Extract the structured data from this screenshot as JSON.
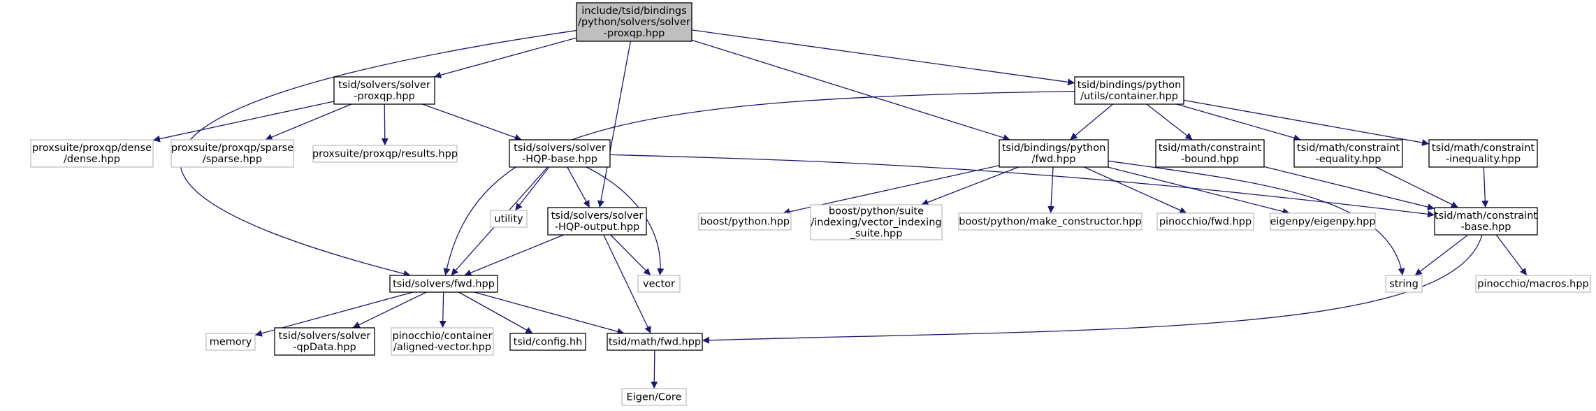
{
  "colors": {
    "edge": "#191970",
    "root_fill": "#bfbfbf",
    "root_border": "#000000",
    "documented_border": "#000000",
    "external_border": "#bfbfbf",
    "node_fill": "#ffffff"
  },
  "nodes": [
    {
      "id": "root",
      "lines": [
        "include/tsid/bindings",
        "/python/solvers/solver",
        "-proxqp.hpp"
      ],
      "style": "root"
    },
    {
      "id": "solver-proxqp",
      "lines": [
        "tsid/solvers/solver",
        "-proxqp.hpp"
      ],
      "style": "documented"
    },
    {
      "id": "bindings-container",
      "lines": [
        "tsid/bindings/python",
        "/utils/container.hpp"
      ],
      "style": "documented"
    },
    {
      "id": "proxqp-dense",
      "lines": [
        "proxsuite/proxqp/dense",
        "/dense.hpp"
      ],
      "style": "external"
    },
    {
      "id": "proxqp-sparse",
      "lines": [
        "proxsuite/proxqp/sparse",
        "/sparse.hpp"
      ],
      "style": "external"
    },
    {
      "id": "proxqp-results",
      "lines": [
        "proxsuite/proxqp/results.hpp"
      ],
      "style": "external"
    },
    {
      "id": "solver-hqp-base",
      "lines": [
        "tsid/solvers/solver",
        "-HQP-base.hpp"
      ],
      "style": "documented"
    },
    {
      "id": "bindings-fwd",
      "lines": [
        "tsid/bindings/python",
        "/fwd.hpp"
      ],
      "style": "documented"
    },
    {
      "id": "constraint-bound",
      "lines": [
        "tsid/math/constraint",
        "-bound.hpp"
      ],
      "style": "documented"
    },
    {
      "id": "constraint-equality",
      "lines": [
        "tsid/math/constraint",
        "-equality.hpp"
      ],
      "style": "documented"
    },
    {
      "id": "constraint-inequality",
      "lines": [
        "tsid/math/constraint",
        "-inequality.hpp"
      ],
      "style": "documented"
    },
    {
      "id": "utility",
      "lines": [
        "utility"
      ],
      "style": "external"
    },
    {
      "id": "solver-hqp-output",
      "lines": [
        "tsid/solvers/solver",
        "-HQP-output.hpp"
      ],
      "style": "documented"
    },
    {
      "id": "boost-python",
      "lines": [
        "boost/python.hpp"
      ],
      "style": "external"
    },
    {
      "id": "boost-vector-indexing",
      "lines": [
        "boost/python/suite",
        "/indexing/vector_indexing",
        "_suite.hpp"
      ],
      "style": "external"
    },
    {
      "id": "boost-make-constructor",
      "lines": [
        "boost/python/make_constructor.hpp"
      ],
      "style": "external"
    },
    {
      "id": "pinocchio-fwd",
      "lines": [
        "pinocchio/fwd.hpp"
      ],
      "style": "external"
    },
    {
      "id": "eigenpy",
      "lines": [
        "eigenpy/eigenpy.hpp"
      ],
      "style": "external"
    },
    {
      "id": "constraint-base",
      "lines": [
        "tsid/math/constraint",
        "-base.hpp"
      ],
      "style": "documented"
    },
    {
      "id": "vector",
      "lines": [
        "vector"
      ],
      "style": "external"
    },
    {
      "id": "string",
      "lines": [
        "string"
      ],
      "style": "external"
    },
    {
      "id": "pinocchio-macros",
      "lines": [
        "pinocchio/macros.hpp"
      ],
      "style": "external"
    },
    {
      "id": "solvers-fwd",
      "lines": [
        "tsid/solvers/fwd.hpp"
      ],
      "style": "documented"
    },
    {
      "id": "memory",
      "lines": [
        "memory"
      ],
      "style": "external"
    },
    {
      "id": "solver-qpdata",
      "lines": [
        "tsid/solvers/solver",
        "-qpData.hpp"
      ],
      "style": "documented"
    },
    {
      "id": "pinocchio-aligned-vector",
      "lines": [
        "pinocchio/container",
        "/aligned-vector.hpp"
      ],
      "style": "external"
    },
    {
      "id": "tsid-config",
      "lines": [
        "tsid/config.hh"
      ],
      "style": "documented"
    },
    {
      "id": "math-fwd",
      "lines": [
        "tsid/math/fwd.hpp"
      ],
      "style": "documented"
    },
    {
      "id": "eigen-core",
      "lines": [
        "Eigen/Core"
      ],
      "style": "external"
    }
  ],
  "edges": [
    [
      "root",
      "solver-proxqp"
    ],
    [
      "root",
      "bindings-container"
    ],
    [
      "root",
      "solver-hqp-output"
    ],
    [
      "root",
      "bindings-fwd"
    ],
    [
      "root",
      "solvers-fwd"
    ],
    [
      "solver-proxqp",
      "proxqp-dense"
    ],
    [
      "solver-proxqp",
      "proxqp-sparse"
    ],
    [
      "solver-proxqp",
      "proxqp-results"
    ],
    [
      "solver-proxqp",
      "solver-hqp-base"
    ],
    [
      "solver-hqp-base",
      "utility"
    ],
    [
      "solver-hqp-base",
      "solver-hqp-output"
    ],
    [
      "solver-hqp-base",
      "vector"
    ],
    [
      "solver-hqp-base",
      "solvers-fwd"
    ],
    [
      "solver-hqp-base",
      "constraint-base"
    ],
    [
      "solver-hqp-output",
      "solvers-fwd"
    ],
    [
      "solver-hqp-output",
      "vector"
    ],
    [
      "solver-hqp-output",
      "math-fwd"
    ],
    [
      "bindings-container",
      "bindings-fwd"
    ],
    [
      "bindings-container",
      "constraint-bound"
    ],
    [
      "bindings-container",
      "constraint-equality"
    ],
    [
      "bindings-container",
      "constraint-inequality"
    ],
    [
      "bindings-container",
      "solvers-fwd"
    ],
    [
      "bindings-fwd",
      "boost-python"
    ],
    [
      "bindings-fwd",
      "boost-vector-indexing"
    ],
    [
      "bindings-fwd",
      "boost-make-constructor"
    ],
    [
      "bindings-fwd",
      "pinocchio-fwd"
    ],
    [
      "bindings-fwd",
      "eigenpy"
    ],
    [
      "bindings-fwd",
      "string"
    ],
    [
      "constraint-bound",
      "constraint-base"
    ],
    [
      "constraint-equality",
      "constraint-base"
    ],
    [
      "constraint-inequality",
      "constraint-base"
    ],
    [
      "constraint-base",
      "string"
    ],
    [
      "constraint-base",
      "pinocchio-macros"
    ],
    [
      "constraint-base",
      "math-fwd"
    ],
    [
      "solvers-fwd",
      "memory"
    ],
    [
      "solvers-fwd",
      "solver-qpdata"
    ],
    [
      "solvers-fwd",
      "pinocchio-aligned-vector"
    ],
    [
      "solvers-fwd",
      "tsid-config"
    ],
    [
      "solvers-fwd",
      "math-fwd"
    ],
    [
      "math-fwd",
      "eigen-core"
    ]
  ]
}
